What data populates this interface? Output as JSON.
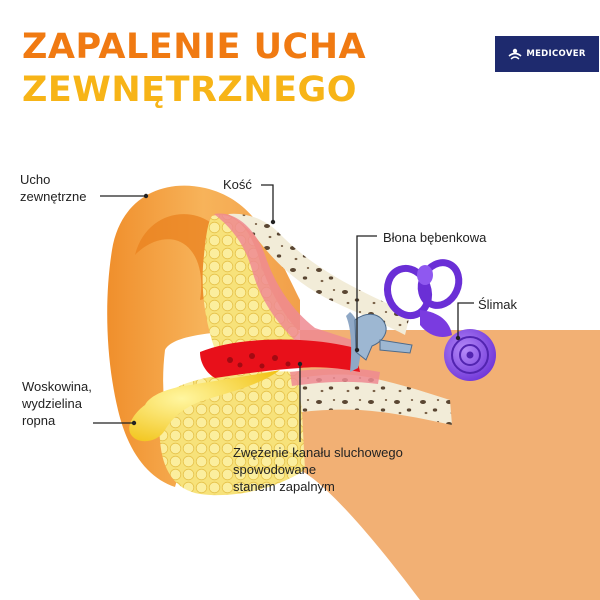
{
  "title": {
    "line1": "ZAPALENIE UCHA",
    "line2": "ZEWNĘTRZNEGO"
  },
  "logo": {
    "text": "MEDICOVER"
  },
  "labels": {
    "outer_ear": [
      "Ucho",
      "zewnętrzne"
    ],
    "bone": "Kość",
    "eardrum": "Błona bębenkowa",
    "cochlea": "Ślimak",
    "wax": [
      "Woskowina,",
      "wydzielina",
      "ropna"
    ],
    "narrowing": [
      "Zwężenie kanału sluchowego",
      "spowodowane",
      "stanem zapalnym"
    ]
  },
  "colors": {
    "title_orange": "#f07a12",
    "title_yellow": "#f7b417",
    "logo_navy": "#1e2a6e",
    "skin": "#f4a04a",
    "fat": "#f7e27a",
    "bone": "#f2ecd8",
    "inflamed": "#e8101a",
    "inner_ear": "#7a3be0"
  }
}
